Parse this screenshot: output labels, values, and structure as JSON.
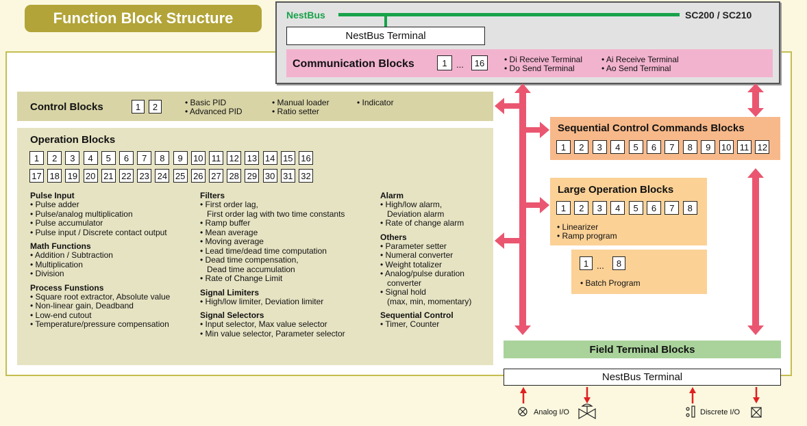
{
  "title": "Function Block Structure",
  "bus_name": "NestBus",
  "controller": "SC200 / SC210",
  "nestbus_terminal_top": "NestBus Terminal",
  "comm": {
    "title": "Communication Blocks",
    "first": "1",
    "ellipsis": "...",
    "last": "16",
    "items_left": [
      "• Di Receive Terminal",
      "• Do Send Terminal"
    ],
    "items_right": [
      "• Ai Receive Terminal",
      "• Ao Send Terminal"
    ]
  },
  "control": {
    "title": "Control Blocks",
    "numbers": [
      "1",
      "2"
    ],
    "col1": [
      "• Basic PID",
      "• Advanced PID"
    ],
    "col2": [
      "• Manual loader",
      "• Ratio setter"
    ],
    "col3": [
      "• Indicator"
    ]
  },
  "operation": {
    "title": "Operation Blocks",
    "row1": [
      "1",
      "2",
      "3",
      "4",
      "5",
      "6",
      "7",
      "8",
      "9",
      "10",
      "11",
      "12",
      "13",
      "14",
      "15",
      "16"
    ],
    "row2": [
      "17",
      "18",
      "19",
      "20",
      "21",
      "22",
      "23",
      "24",
      "25",
      "26",
      "27",
      "28",
      "29",
      "30",
      "31",
      "32"
    ],
    "col1": [
      {
        "heading": "Pulse Input",
        "items": [
          "• Pulse adder",
          "• Pulse/analog multiplication",
          "• Pulse accumulator",
          "• Pulse input / Discrete contact output"
        ]
      },
      {
        "heading": "Math Functions",
        "items": [
          "• Addition / Subtraction",
          "• Multiplication",
          "• Division"
        ]
      },
      {
        "heading": "Process Funstions",
        "items": [
          "• Square root extractor, Absolute value",
          "• Non-linear gain, Deadband",
          "• Low-end cutout",
          "• Temperature/pressure compensation"
        ]
      }
    ],
    "col2": [
      {
        "heading": "Filters",
        "items": [
          "• First order lag,",
          "   First order lag with two time constants",
          "• Ramp buffer",
          "• Mean average",
          "• Moving average",
          "• Lead time/dead time computation",
          "• Dead time compensation,",
          "   Dead time accumulation",
          "• Rate of Change Limit"
        ]
      },
      {
        "heading": "Signal Limiters",
        "items": [
          "• High/low limiter, Deviation limiter"
        ]
      },
      {
        "heading": "Signal Selectors",
        "items": [
          "• Input selector, Max value selector",
          "• Min value selector, Parameter selector"
        ]
      }
    ],
    "col3": [
      {
        "heading": "Alarm",
        "items": [
          "• High/low alarm,",
          "   Deviation alarm",
          "• Rate of change alarm"
        ]
      },
      {
        "heading": "Others",
        "items": [
          "• Parameter setter",
          "• Numeral converter",
          "• Weight totalizer",
          "• Analog/pulse duration",
          "   converter",
          "• Signal hold",
          "   (max, min, momentary)"
        ]
      },
      {
        "heading": "Sequential Control",
        "items": [
          "• Timer, Counter"
        ]
      }
    ]
  },
  "sequential": {
    "title": "Sequential Control Commands Blocks",
    "numbers": [
      "1",
      "2",
      "3",
      "4",
      "5",
      "6",
      "7",
      "8",
      "9",
      "10",
      "11",
      "12"
    ]
  },
  "large_op": {
    "title": "Large Operation Blocks",
    "numbers": [
      "1",
      "2",
      "3",
      "4",
      "5",
      "6",
      "7",
      "8"
    ],
    "items": [
      "• Linearizer",
      "• Ramp program"
    ]
  },
  "batch": {
    "first": "1",
    "ellipsis": "...",
    "last": "8",
    "item": "• Batch Program"
  },
  "field": {
    "title": "Field Terminal Blocks"
  },
  "nestbus_terminal_bottom": "NestBus Terminal",
  "io": {
    "analog": "Analog I/O",
    "discrete": "Discrete I/O"
  },
  "colors": {
    "title_badge": "#b2a438",
    "bus": "#18a24a",
    "comm": "#f2b3cf",
    "control": "#d8d4a6",
    "operation": "#e6e3c3",
    "sequential": "#f7b98a",
    "large_op": "#fbd196",
    "field": "#a9d39b",
    "arrow": "#ea5670",
    "io_arrow": "#e02020"
  }
}
